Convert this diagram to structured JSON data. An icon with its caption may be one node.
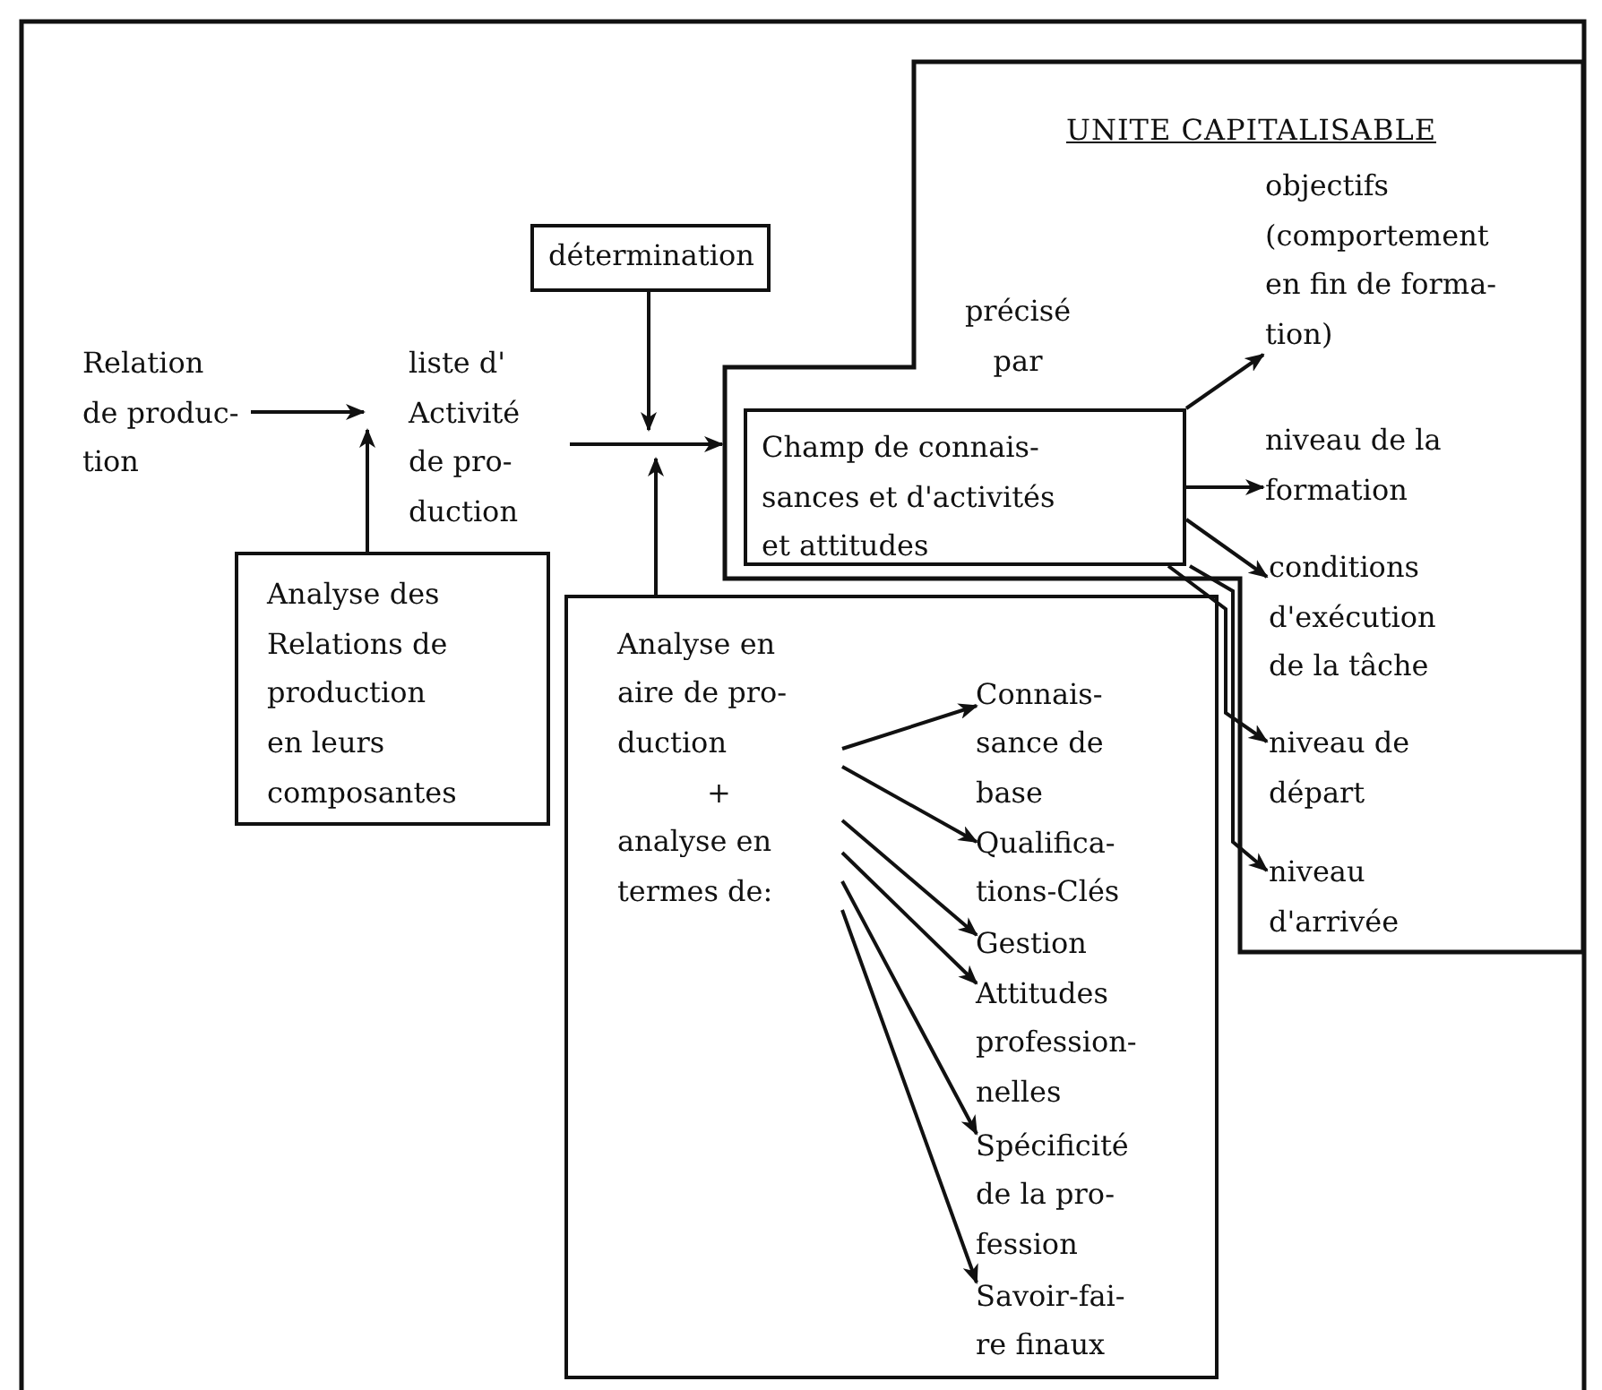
{
  "diagram": {
    "nodes": [
      {
        "text": [
          "UNITE CAPITALISABLE"
        ]
      },
      {
        "text": [
          "Relation de produc- tion"
        ]
      },
      {
        "text": [
          "liste d' Activité de pro- duction"
        ]
      },
      {
        "text": [
          "détermination"
        ]
      },
      {
        "text": [
          "Analyse des Relations de production en leurs composantes"
        ]
      },
      {
        "text": [
          "Champ de connais- sances et d'activités et attitudes"
        ],
        "in": 0
      },
      {
        "text": [
          "objectifs (comportement en fin de forma- tion)"
        ],
        "in": 0
      },
      {
        "text": [
          "niveau de la formation"
        ],
        "in": 0
      },
      {
        "text": [
          "conditions d'exécution de la tâche"
        ],
        "in": 0
      },
      {
        "text": [
          "niveau de départ"
        ],
        "in": 0
      },
      {
        "text": [
          "niveau d'arrivée"
        ],
        "in": 0
      },
      {
        "text": [],
        "shape": "box"
      },
      {
        "text": [
          "Analyse en aire de pro- duction",
          "+",
          "analyse en termes de:"
        ],
        "in": 11
      },
      {
        "text": [
          "Connais- sance de base"
        ],
        "in": 11
      },
      {
        "text": [
          "Qualifica- tions-Clés"
        ],
        "in": 11
      },
      {
        "text": [
          "Gestion"
        ],
        "in": 11
      },
      {
        "text": [
          "Attitudes profession- nelles"
        ],
        "in": 11
      },
      {
        "text": [
          "Spécificité de la pro- fession"
        ],
        "in": 11
      },
      {
        "text": [
          "Savoir-fai- re finaux"
        ],
        "in": 11
      }
    ],
    "edges": [
      {
        "from": 1,
        "to": 2,
        "arrow": "to"
      },
      {
        "from": 4,
        "to": 2,
        "arrow": "to"
      },
      {
        "from": 2,
        "to": 0,
        "arrow": "to"
      },
      {
        "from": 3,
        "to": null,
        "arrow": "to"
      },
      {
        "from": 11,
        "to": null,
        "arrow": "to"
      },
      {
        "from": 5,
        "to": 6,
        "arrow": "to"
      },
      {
        "from": 5,
        "to": 7,
        "arrow": "to"
      },
      {
        "from": 5,
        "to": 8,
        "arrow": "to"
      },
      {
        "from": 5,
        "to": 9,
        "arrow": "to"
      },
      {
        "from": 5,
        "to": 10,
        "arrow": "to"
      },
      {
        "from": 12,
        "to": 13,
        "arrow": "to"
      },
      {
        "from": 12,
        "to": 14,
        "arrow": "to"
      },
      {
        "from": 12,
        "to": 15,
        "arrow": "to"
      },
      {
        "from": 12,
        "to": 16,
        "arrow": "to"
      },
      {
        "from": 12,
        "to": 17,
        "arrow": "to"
      },
      {
        "from": 12,
        "to": 18,
        "arrow": "to"
      }
    ],
    "labels": [
      "précisé par"
    ]
  }
}
